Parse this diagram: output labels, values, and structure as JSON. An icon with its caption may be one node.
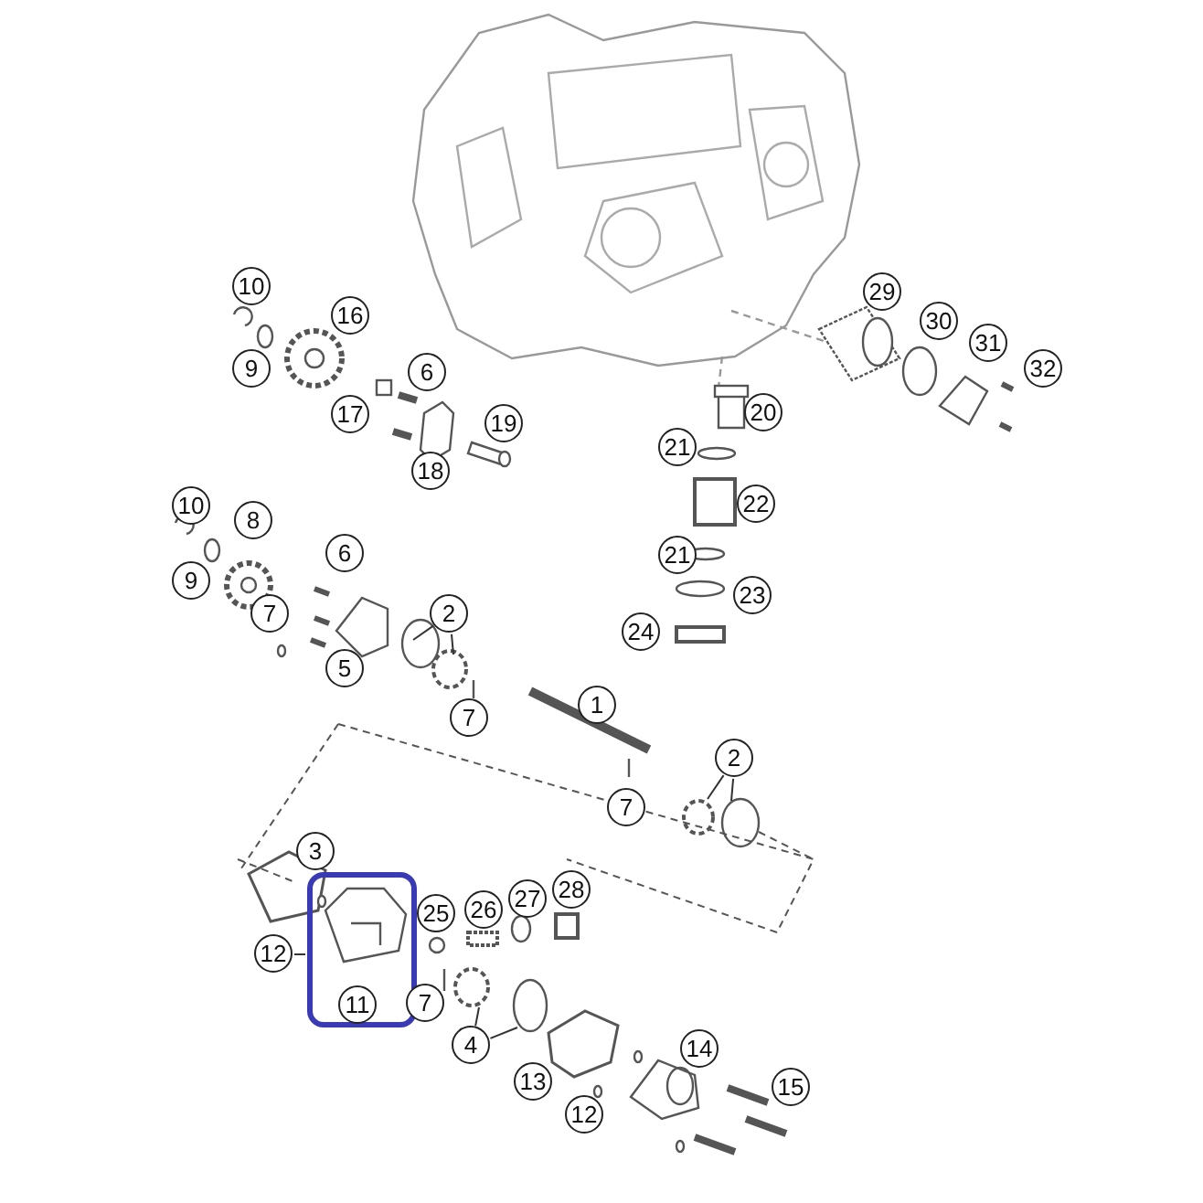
{
  "diagram": {
    "nodes": [
      {
        "text": [],
        "shape": "box"
      },
      {
        "text": [
          "11"
        ],
        "in": 0
      },
      {
        "text": [
          "2"
        ]
      },
      {
        "text": [
          "2"
        ]
      },
      {
        "text": [
          "4"
        ]
      },
      {
        "text": [
          "12"
        ]
      },
      {
        "text": [
          "10"
        ]
      },
      {
        "text": [
          "29"
        ]
      },
      {
        "text": [
          "16"
        ]
      },
      {
        "text": [
          "30"
        ]
      },
      {
        "text": [
          "31"
        ]
      },
      {
        "text": [
          "9"
        ]
      },
      {
        "text": [
          "32"
        ]
      },
      {
        "text": [
          "6"
        ]
      },
      {
        "text": [
          "20"
        ]
      },
      {
        "text": [
          "17"
        ]
      },
      {
        "text": [
          "19"
        ]
      },
      {
        "text": [
          "21"
        ]
      },
      {
        "text": [
          "18"
        ]
      },
      {
        "text": [
          "22"
        ]
      },
      {
        "text": [
          "10"
        ]
      },
      {
        "text": [
          "8"
        ]
      },
      {
        "text": [
          "6"
        ]
      },
      {
        "text": [
          "21"
        ]
      },
      {
        "text": [
          "9"
        ]
      },
      {
        "text": [
          "23"
        ]
      },
      {
        "text": [
          "7"
        ]
      },
      {
        "text": [
          "24"
        ]
      },
      {
        "text": [
          "5"
        ]
      },
      {
        "text": [
          "1"
        ]
      },
      {
        "text": [
          "7"
        ]
      },
      {
        "text": [
          "7"
        ]
      },
      {
        "text": [
          "3"
        ]
      },
      {
        "text": [
          "28"
        ]
      },
      {
        "text": [
          "27"
        ]
      },
      {
        "text": [
          "26"
        ]
      },
      {
        "text": [
          "25"
        ]
      },
      {
        "text": [
          "7"
        ]
      },
      {
        "text": [
          "14"
        ]
      },
      {
        "text": [
          "13"
        ]
      },
      {
        "text": [
          "15"
        ]
      },
      {
        "text": [
          "12"
        ]
      }
    ],
    "edges": [
      {
        "from": 2,
        "to": null,
        "arrow": "none"
      },
      {
        "from": 2,
        "to": null,
        "arrow": "none"
      },
      {
        "from": 3,
        "to": null,
        "arrow": "none"
      },
      {
        "from": 3,
        "to": null,
        "arrow": "none"
      },
      {
        "from": 4,
        "to": null,
        "arrow": "none"
      },
      {
        "from": 4,
        "to": null,
        "arrow": "none"
      },
      {
        "from": 5,
        "to": 0,
        "arrow": "none"
      }
    ]
  }
}
